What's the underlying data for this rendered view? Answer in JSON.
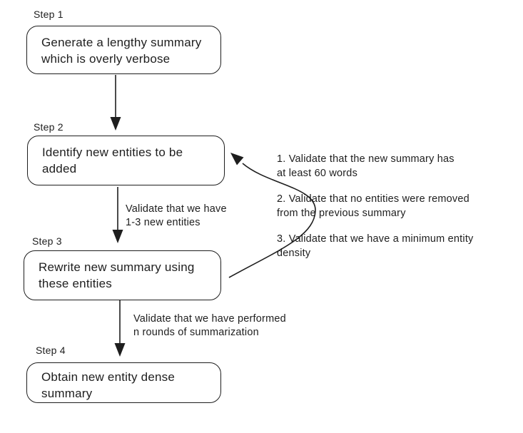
{
  "canvas": {
    "background": "#ffffff",
    "stroke_color": "#1e1e1e"
  },
  "steps": [
    {
      "label": "Step 1",
      "text": "Generate a lengthy summary\nwhich is overly verbose"
    },
    {
      "label": "Step 2",
      "text": "Identify new entities to be\nadded"
    },
    {
      "label": "Step 3",
      "text": "Rewrite new summary using\nthese entities"
    },
    {
      "label": "Step 4",
      "text": "Obtain new entity dense\nsummary"
    }
  ],
  "edge_labels": {
    "step2_to_step3": "Validate that we have\n1-3 new entities",
    "step3_to_step4": "Validate that we have performed\nn rounds of summarization"
  },
  "feedback_notes": [
    "1. Validate that the new summary has\nat least 60 words",
    "2. Validate that no entities were removed\nfrom the previous summary",
    "3. Validate that we have a minimum entity\ndensity"
  ]
}
